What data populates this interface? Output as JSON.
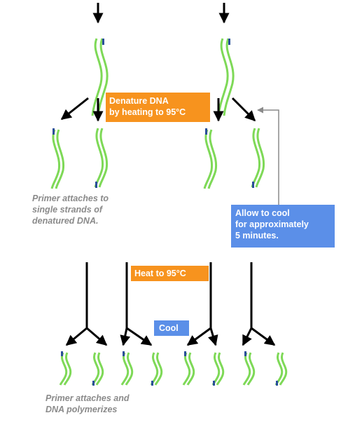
{
  "labels": {
    "denature": "Denature DNA\nby heating to 95°C",
    "primer_attaches": "Primer attaches to\nsingle strands of\ndenatured DNA.",
    "cool_5min": "Allow to cool\nfor approximately\n5 minutes.",
    "heat_95": "Heat to 95°C",
    "cool": "Cool",
    "primer_polymerizes": "Primer attaches and\nDNA polymerizes"
  },
  "colors": {
    "strand": "#7ed957",
    "primer": "#2a4f9a",
    "arrow": "#000000",
    "feedback_arrow": "#8a8a8a",
    "orange_box": "#f7931e",
    "blue_box": "#5b8fe8",
    "caption_text": "#8a8a8a"
  }
}
